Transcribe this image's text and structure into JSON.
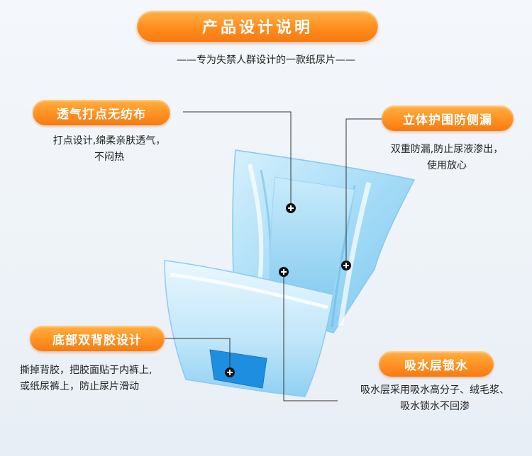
{
  "header": {
    "title": "产品设计说明",
    "subtitle": "——专为失禁人群设计的一款纸尿片——"
  },
  "features": {
    "breathable": {
      "title": "透气打点无纺布",
      "line1": "打点设计,绵柔亲肤透气，",
      "line2": "不闷热"
    },
    "leakguard": {
      "title": "立体护围防侧漏",
      "line1": "双重防漏,防止尿液渗出，",
      "line2": "使用放心"
    },
    "adhesive": {
      "title": "底部双背胶设计",
      "line1": "撕掉背胶，把胶面贴于内裤上,",
      "line2": "或纸尿裤上，防止尿片滑动"
    },
    "absorb": {
      "title": "吸水层锁水",
      "line1": "吸水层采用吸水高分子、绒毛浆、",
      "line2": "吸水锁水不回渗"
    }
  },
  "colors": {
    "accent": "#ff8c1e",
    "product_blue": "#8fd0f3",
    "adhesive_blue": "#1e8fe0"
  }
}
